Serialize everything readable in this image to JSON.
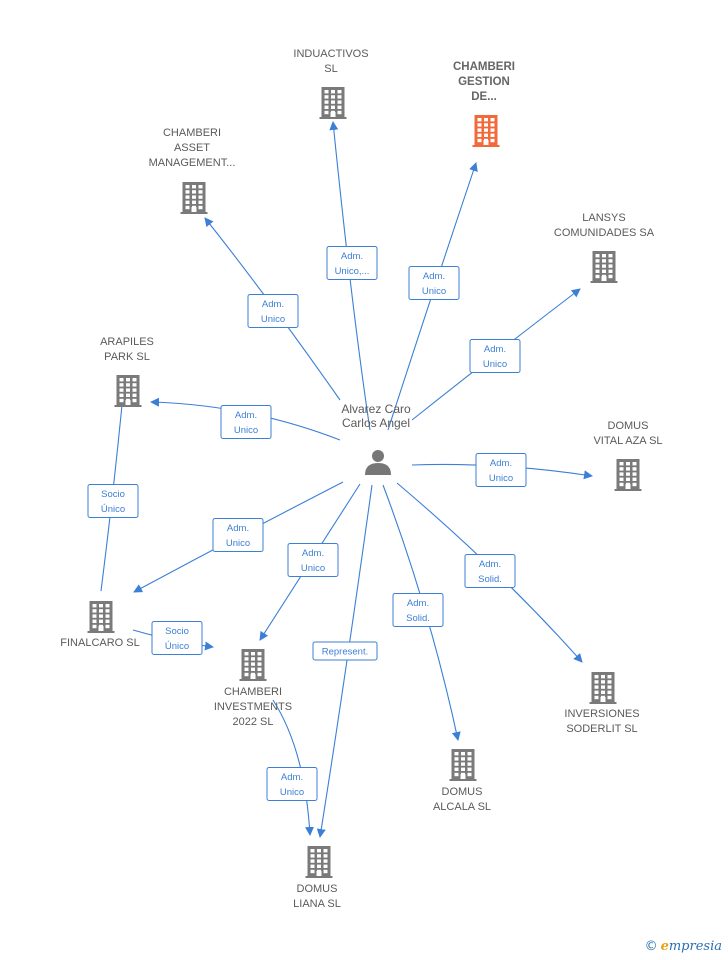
{
  "colors": {
    "edge": "#3b7fd6",
    "building": "#7a7a7a",
    "highlight": "#f2693a",
    "person": "#777777"
  },
  "center": {
    "name": [
      "Alvarez Caro",
      "Carlos Angel"
    ],
    "icon": "person-icon"
  },
  "nodes": [
    {
      "id": "induactivos",
      "label": [
        "INDUACTIVOS",
        "SL"
      ],
      "icon": "building-icon",
      "highlight": false
    },
    {
      "id": "chamberi-gestion",
      "label": [
        "CHAMBERI",
        "GESTION",
        "DE..."
      ],
      "icon": "building-icon",
      "highlight": true
    },
    {
      "id": "chamberi-asset",
      "label": [
        "CHAMBERI",
        "ASSET",
        "MANAGEMENT..."
      ],
      "icon": "building-icon",
      "highlight": false
    },
    {
      "id": "lansys",
      "label": [
        "LANSYS",
        "COMUNIDADES SA"
      ],
      "icon": "building-icon",
      "highlight": false
    },
    {
      "id": "arapiles",
      "label": [
        "ARAPILES",
        "PARK SL"
      ],
      "icon": "building-icon",
      "highlight": false
    },
    {
      "id": "domus-vital",
      "label": [
        "DOMUS",
        "VITAL AZA SL"
      ],
      "icon": "building-icon",
      "highlight": false
    },
    {
      "id": "finalcaro",
      "label": [
        "FINALCARO SL"
      ],
      "icon": "building-icon",
      "highlight": false
    },
    {
      "id": "chamberi-investments",
      "label": [
        "CHAMBERI",
        "INVESTMENTS",
        "2022 SL"
      ],
      "icon": "building-icon",
      "highlight": false
    },
    {
      "id": "inversiones",
      "label": [
        "INVERSIONES",
        "SODERLIT SL"
      ],
      "icon": "building-icon",
      "highlight": false
    },
    {
      "id": "domus-alcala",
      "label": [
        "DOMUS",
        "ALCALA SL"
      ],
      "icon": "building-icon",
      "highlight": false
    },
    {
      "id": "domus-liana",
      "label": [
        "DOMUS",
        "LIANA SL"
      ],
      "icon": "building-icon",
      "highlight": false
    }
  ],
  "edges": [
    {
      "from": "center",
      "to": "induactivos",
      "label": [
        "Adm.",
        "Unico,..."
      ]
    },
    {
      "from": "center",
      "to": "chamberi-gestion",
      "label": [
        "Adm.",
        "Unico"
      ]
    },
    {
      "from": "center",
      "to": "chamberi-asset",
      "label": [
        "Adm.",
        "Unico"
      ]
    },
    {
      "from": "center",
      "to": "lansys",
      "label": [
        "Adm.",
        "Unico"
      ]
    },
    {
      "from": "center",
      "to": "arapiles",
      "label": [
        "Adm.",
        "Unico"
      ]
    },
    {
      "from": "center",
      "to": "domus-vital",
      "label": [
        "Adm.",
        "Unico"
      ]
    },
    {
      "from": "center",
      "to": "finalcaro",
      "label": [
        "Adm.",
        "Unico"
      ]
    },
    {
      "from": "center",
      "to": "chamberi-investments",
      "label": [
        "Adm.",
        "Unico"
      ]
    },
    {
      "from": "center",
      "to": "inversiones",
      "label": [
        "Adm.",
        "Solid."
      ]
    },
    {
      "from": "center",
      "to": "domus-alcala",
      "label": [
        "Adm.",
        "Solid."
      ]
    },
    {
      "from": "center",
      "to": "domus-liana",
      "label": [
        "Represent."
      ]
    },
    {
      "from": "finalcaro",
      "to": "arapiles",
      "label": [
        "Socio",
        "Único"
      ]
    },
    {
      "from": "finalcaro",
      "to": "chamberi-investments",
      "label": [
        "Socio",
        "Único"
      ]
    },
    {
      "from": "chamberi-investments",
      "to": "domus-liana",
      "label": [
        "Adm.",
        "Unico"
      ]
    }
  ],
  "footer": {
    "copyright": "©",
    "brand_initial": "e",
    "brand_rest": "mpresia"
  }
}
